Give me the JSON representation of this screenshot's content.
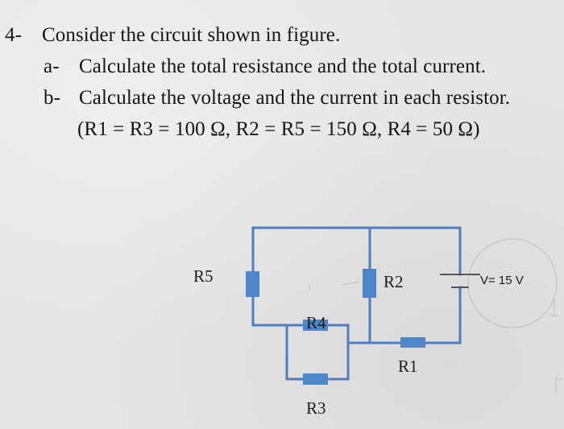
{
  "problem": {
    "number": "4-",
    "intro": "Consider the circuit shown in figure.",
    "parts": [
      {
        "marker": "a-",
        "text": "Calculate the total resistance and the total current."
      },
      {
        "marker": "b-",
        "text": "Calculate the voltage and the current in each resistor."
      }
    ],
    "values_line": "(R1 = R3 = 100 Ω, R2 = R5 = 150 Ω, R4 = 50 Ω)"
  },
  "circuit": {
    "labels": {
      "r5": "R5",
      "r2": "R2",
      "r4": "R4",
      "r1": "R1",
      "r3": "R3",
      "voltage": "V= 15 V"
    },
    "colors": {
      "wire": "#4f7ec0",
      "resistor": "#4f86c9",
      "battery": "#555555"
    }
  }
}
